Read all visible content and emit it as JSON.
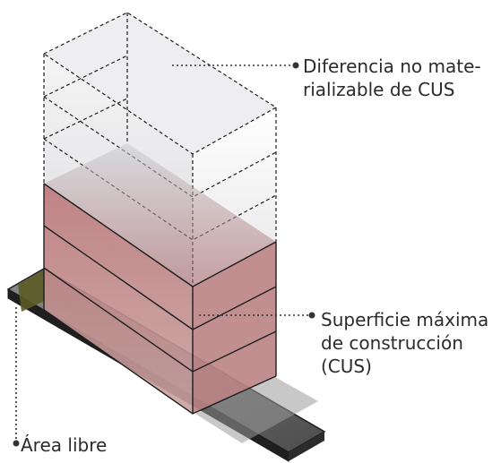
{
  "labels": {
    "diferencia_line1": "Diferencia no mate-",
    "diferencia_line2": "rializable de CUS",
    "superficie_line1": "Superficie máxima",
    "superficie_line2": "de construcción",
    "superficie_line3": "(CUS)",
    "area_libre": "Área libre"
  },
  "colors": {
    "red_floor": "#b97a7c",
    "ghost_floor": "#d9d9dc",
    "slab": "#2f2f2f",
    "free_area": "#5a5a28",
    "line": "#333333"
  }
}
